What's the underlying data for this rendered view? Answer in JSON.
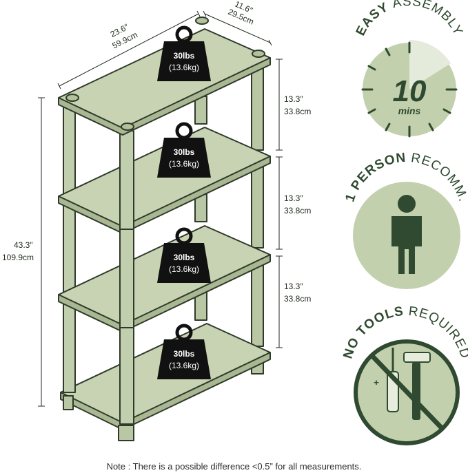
{
  "product": {
    "dimensions": {
      "width_in": "23.6″",
      "width_cm": "59.9cm",
      "depth_in": "11.6″",
      "depth_cm": "29.5cm",
      "height_in": "43.3″",
      "height_cm": "109.9cm",
      "shelf_gap_in": "13.3″",
      "shelf_gap_cm": "33.8cm"
    },
    "load_capacity": {
      "lbs": "30lbs",
      "kg": "(13.6kg)"
    }
  },
  "badges": {
    "easy": {
      "word_bold": "EASY",
      "word_rest": "ASSEMBLY",
      "number": "10",
      "unit": "mins"
    },
    "person": {
      "word_bold": "1 PERSON",
      "word_rest": "RECOMM."
    },
    "tools": {
      "word_bold": "NO TOOLS",
      "word_rest": "REQUIRED"
    }
  },
  "note": "Note : There is a possible difference <0.5” for all measurements.",
  "colors": {
    "shelf": "#c7d3b3",
    "outline": "#2f3a2a",
    "badge_fill": "#c2d0ad",
    "badge_dark": "#2f4a30",
    "weight_black": "#111111"
  }
}
